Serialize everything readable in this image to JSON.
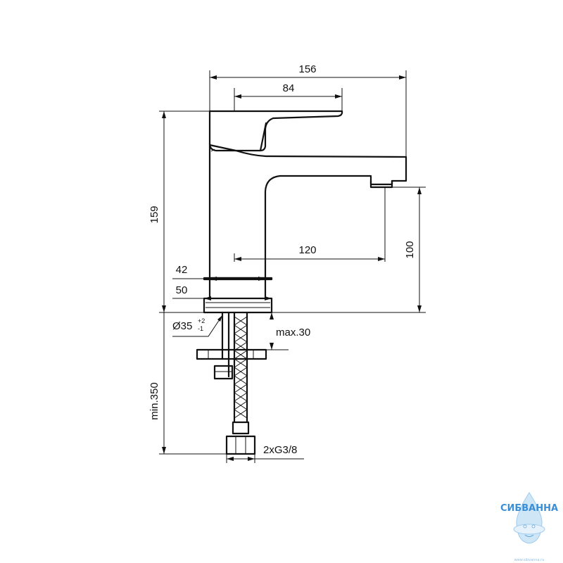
{
  "dimensions": {
    "overall_width": "156",
    "lever_length": "84",
    "height": "159",
    "spout_reach": "120",
    "outlet_height": "100",
    "body_width": "42",
    "base_width": "50",
    "hole_diameter_base": "Ø35",
    "hole_tol_plus": "+2",
    "hole_tol_minus": "-1",
    "max_counter_thickness": "max.30",
    "hose_length": "min.350",
    "connection": "2xG3/8"
  },
  "watermark": {
    "brand": "СИБВАННА",
    "url": "www.sibvanna.ru"
  }
}
